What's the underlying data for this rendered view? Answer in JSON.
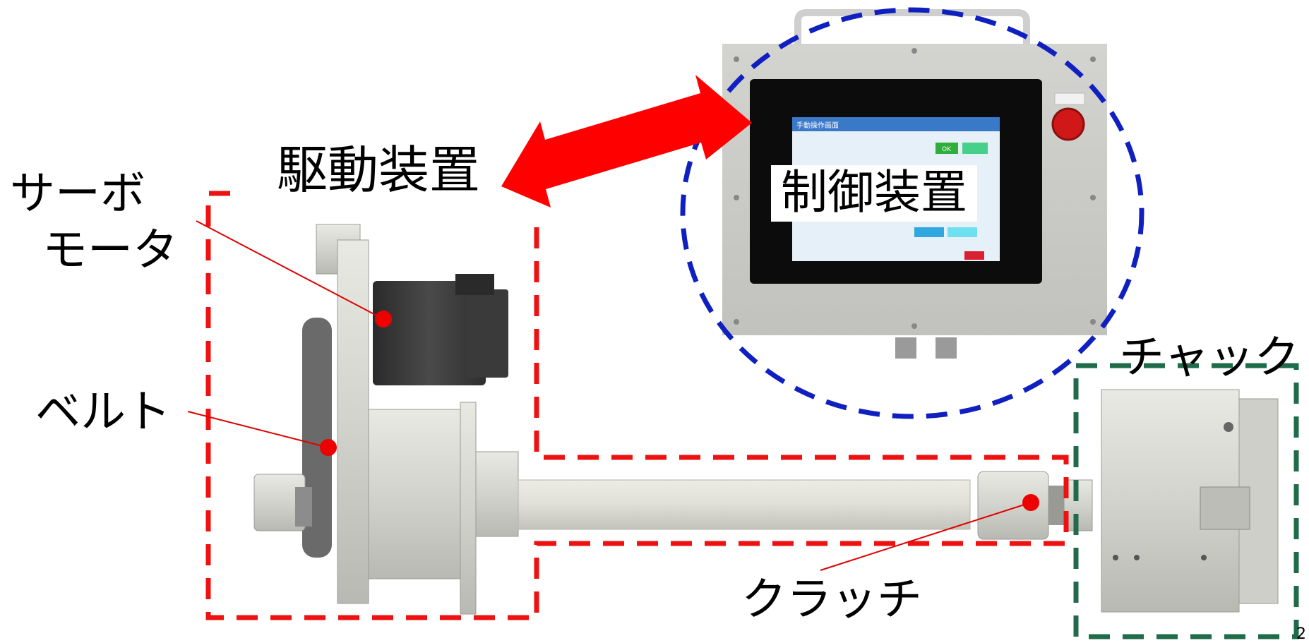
{
  "labels": {
    "drive_unit": "駆動装置",
    "control_unit": "制御装置",
    "servo_motor_line1": "サーボ",
    "servo_motor_line2": "モータ",
    "belt": "ベルト",
    "clutch": "クラッチ",
    "chuck": "チャック"
  },
  "hmi_screen": {
    "header": "手動操作画面",
    "ok_button": "OK"
  },
  "page_number": "2",
  "colors": {
    "drive_unit_box": "#ee1111",
    "control_unit_circle": "#1020c0",
    "chuck_box": "#1f6b4a",
    "arrow": "#ff0000",
    "marker": "#ee0000"
  }
}
